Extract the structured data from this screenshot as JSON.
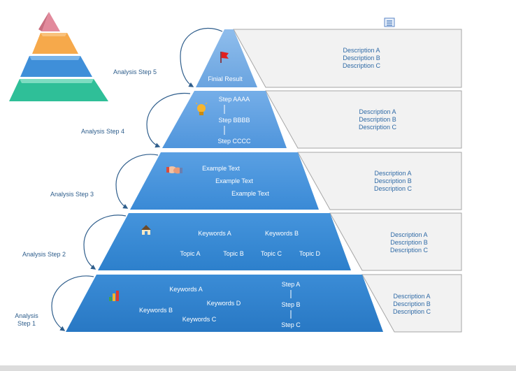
{
  "colors": {
    "level5": "#78ade3",
    "level4": "#5a9de0",
    "level3": "#3f8fd9",
    "level2": "#2f84d0",
    "level1": "#2a7dc8",
    "box_fill": "#f2f2f2",
    "box_stroke": "#a6a6a6",
    "label_text": "#2f5e8c",
    "desc_text": "#2f6aa6"
  },
  "toolbar_icon": "list-icon",
  "thumbnail_icon": "pyramid-3d-icon",
  "levels": [
    {
      "id": "level-5",
      "step_label": "Analysis Step 5",
      "icon": "flag-icon",
      "texts": [
        "Finial Result"
      ],
      "descriptions": [
        "Description A",
        "Description B",
        "Description C"
      ]
    },
    {
      "id": "level-4",
      "step_label": "Analysis Step 4",
      "icon": "lightbulb-icon",
      "texts": [
        "Step AAAA",
        "Step BBBB",
        "Step CCCC"
      ],
      "descriptions": [
        "Description A",
        "Description B",
        "Description C"
      ]
    },
    {
      "id": "level-3",
      "step_label": "Analysis Step 3",
      "icon": "handshake-icon",
      "texts": [
        "Example Text",
        "Example Text",
        "Example Text"
      ],
      "descriptions": [
        "Description A",
        "Description B",
        "Description C"
      ]
    },
    {
      "id": "level-2",
      "step_label": "Analysis Step 2",
      "icon": "house-icon",
      "texts": [
        "Keywords A",
        "Keywords B",
        "Topic A",
        "Topic B",
        "Topic C",
        "Topic D"
      ],
      "descriptions": [
        "Description A",
        "Description B",
        "Description C"
      ]
    },
    {
      "id": "level-1",
      "step_label_lines": [
        "Analysis",
        "Step 1"
      ],
      "icon": "bar-chart-icon",
      "texts": [
        "Keywords A",
        "Keywords D",
        "Keywords B",
        "Keywords C",
        "Step A",
        "Step B",
        "Step C"
      ],
      "descriptions": [
        "Description A",
        "Description B",
        "Description C"
      ]
    }
  ]
}
